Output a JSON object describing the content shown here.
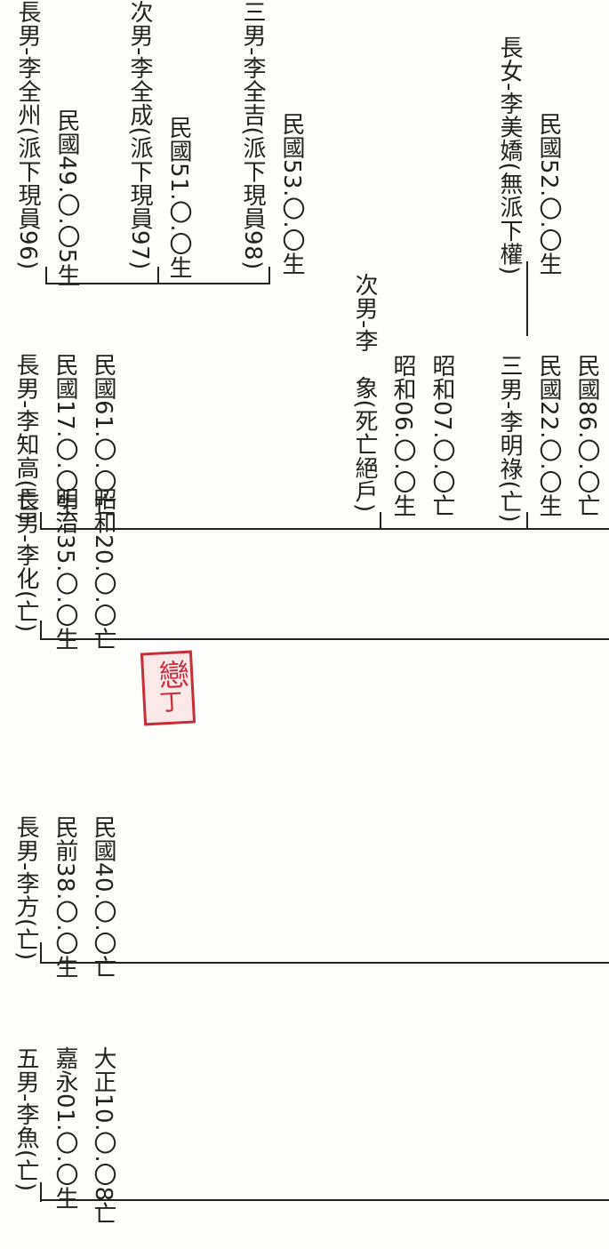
{
  "records": [
    {
      "id": "li-yu",
      "line1": "五男-李魚(亡)",
      "line2": "嘉永01.〇.〇生",
      "line3": "大正10.〇.〇8亡"
    },
    {
      "id": "li-fang",
      "line1": "長男-李方(亡)",
      "line2": "民前38.〇.〇生",
      "line3": "民國40.〇.〇亡"
    },
    {
      "id": "li-hua",
      "line1": "長男-李化(亡)",
      "line2": "明治35.〇.〇生",
      "line3": "昭和20.〇.〇亡"
    },
    {
      "id": "li-zhigao",
      "line1": "長男-李知高(亡)",
      "line2": "民國17.〇.〇生",
      "line3": "民國61.〇.〇亡"
    },
    {
      "id": "li-xiang",
      "line1": "次男-李　象(死亡絕戶)",
      "line2": "昭和06.〇.〇生",
      "line3": "昭和07.〇.〇亡"
    },
    {
      "id": "li-minglu",
      "line1": "三男-李明祿(亡)",
      "line2": "民國22.〇.〇生",
      "line3": "民國86.〇.〇亡"
    },
    {
      "id": "li-quanzhou",
      "line1": "長男-李全州(派下現員96)",
      "line2": "民國49.〇.〇5生"
    },
    {
      "id": "li-quancheng",
      "line1": "次男-李全成(派下現員97)",
      "line2": "民國51.〇.〇生"
    },
    {
      "id": "li-quanji",
      "line1": "三男-李全吉(派下現員98)",
      "line2": "民國53.〇.〇生"
    },
    {
      "id": "li-meijiao",
      "line1": "長女-李美嬌(無派下權)",
      "line2": "民國52.〇.〇生"
    }
  ],
  "seal": {
    "color": "#c62f3a"
  }
}
